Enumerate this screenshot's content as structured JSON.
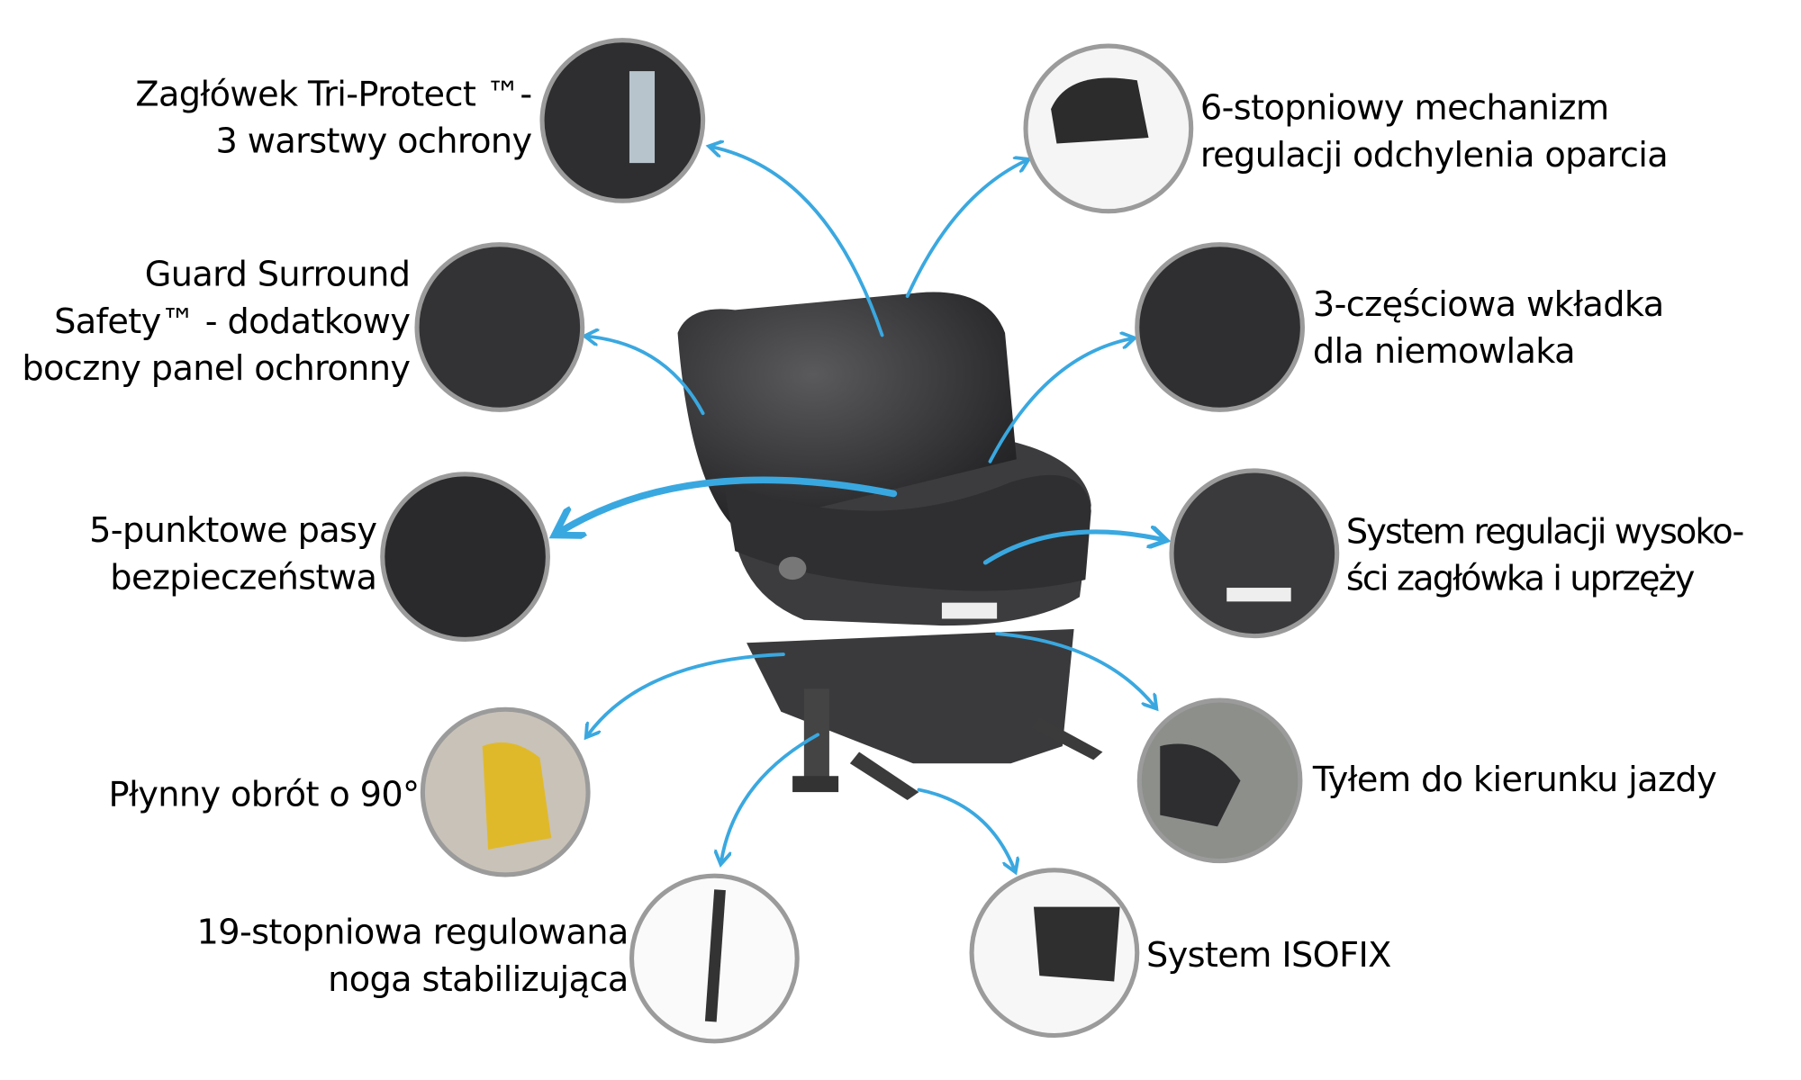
{
  "colors": {
    "arrow": "#3aa8e0",
    "circle_border": "#9b9b9b",
    "seat": "#2b2b2d",
    "background": "#ffffff"
  },
  "features": [
    {
      "id": "headrest",
      "lines": [
        "Zagłówek Tri-Protect ™-",
        "3 warstwy ochrony"
      ]
    },
    {
      "id": "guard",
      "lines": [
        "Guard Surround",
        "Safety™ - dodatkowy",
        "boczny panel ochronny"
      ]
    },
    {
      "id": "harness",
      "lines": [
        "5-punktowe pasy",
        "bezpieczeństwa"
      ]
    },
    {
      "id": "rotation",
      "lines": [
        "Płynny obrót o 90°"
      ]
    },
    {
      "id": "leg",
      "lines": [
        "19-stopniowa regulowana",
        "noga stabilizująca"
      ]
    },
    {
      "id": "recline",
      "lines": [
        "6-stopniowy mechanizm",
        "regulacji odchylenia oparcia"
      ]
    },
    {
      "id": "insert",
      "lines": [
        "3-częściowa wkładka",
        "dla niemowlaka"
      ]
    },
    {
      "id": "height",
      "lines": [
        "System regulacji wysoko-",
        "ści zagłówka i uprzęży"
      ]
    },
    {
      "id": "rearward",
      "lines": [
        "Tyłem do kierunku jazdy"
      ]
    },
    {
      "id": "isofix",
      "lines": [
        "System ISOFIX"
      ]
    }
  ]
}
